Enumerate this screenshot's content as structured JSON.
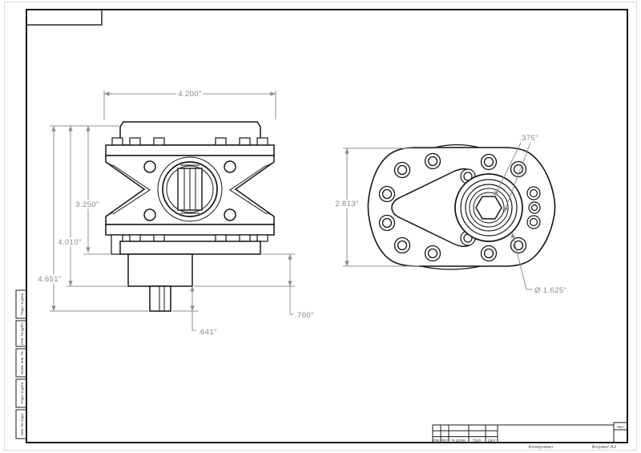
{
  "page": {
    "copy_label": "Копировал",
    "format_label": "Формат А2",
    "sheet_label": "Лист"
  },
  "title_block": {
    "columns": [
      "Изм.",
      "Лист",
      "№ докум.",
      "Подп.",
      "Дата"
    ]
  },
  "margin_strip": {
    "labels": [
      "Подп. и дата",
      "Инв. № дубл.",
      "Взам. инв. №",
      "Подп. и дата",
      "Инв. № подл."
    ]
  },
  "dimensions": {
    "overall_width": "4.200\"",
    "body_height": "3.250\"",
    "adapter_height": "4.010\"",
    "overall_height": "4.651\"",
    "shaft_length": ".641\"",
    "adapter_depth": ".760\"",
    "front_height": "2.813\"",
    "port_size": ".375\"",
    "hub_diameter": "Ø 1.625\""
  }
}
